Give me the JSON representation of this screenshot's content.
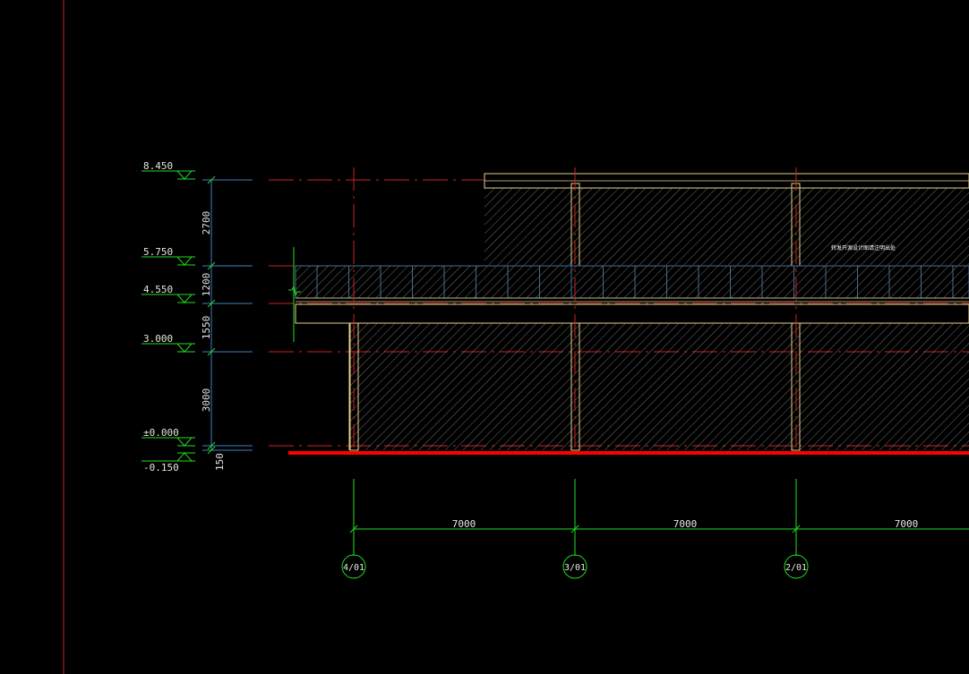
{
  "drawing": {
    "colors": {
      "background": "#000000",
      "elevation_marker": "#22dd22",
      "dimension_line": "#3f7fbf",
      "level_line": "#cc2222",
      "ground_line": "#ff0000",
      "structure": "#e6cf8c",
      "railing": "#4a6b8f",
      "axis_line": "#22dd22"
    },
    "levels": [
      {
        "label": "8.450"
      },
      {
        "label": "5.750"
      },
      {
        "label": "4.550"
      },
      {
        "label": "3.000"
      },
      {
        "label": "±0.000"
      },
      {
        "label": "-0.150"
      }
    ],
    "vertical_dims": [
      "2700",
      "1200",
      "1550",
      "3000",
      "150"
    ],
    "horizontal_dims": [
      "7000",
      "7000",
      "7000"
    ],
    "axes": [
      "4/01",
      "3/01",
      "2/01"
    ],
    "facade_note": "转发开源设计图请注明出处"
  }
}
